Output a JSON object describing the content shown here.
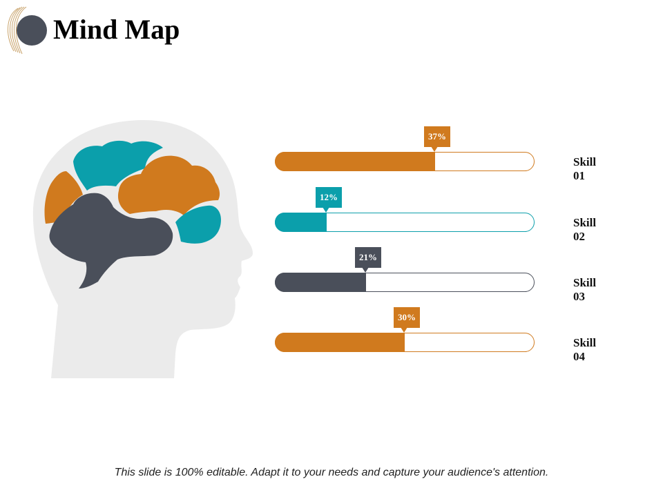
{
  "slide": {
    "title": "Mind Map",
    "footer": "This slide is 100% editable. Adapt it to your needs and capture your audience's attention."
  },
  "colors": {
    "orange": "#D07A1E",
    "teal": "#0B9FAB",
    "slate": "#4A4F5A",
    "head_gray": "#EBEBEB"
  },
  "skills": [
    {
      "label": "Skill 01",
      "percent_label": "37%",
      "value": 37,
      "color": "orange"
    },
    {
      "label": "Skill 02",
      "percent_label": "12%",
      "value": 12,
      "color": "teal"
    },
    {
      "label": "Skill 03",
      "percent_label": "21%",
      "value": 21,
      "color": "slate"
    },
    {
      "label": "Skill 04",
      "percent_label": "30%",
      "value": 30,
      "color": "orange"
    }
  ],
  "icons": {
    "title_decoration": "circle-with-lines-icon",
    "head": "head-brain-icon"
  }
}
